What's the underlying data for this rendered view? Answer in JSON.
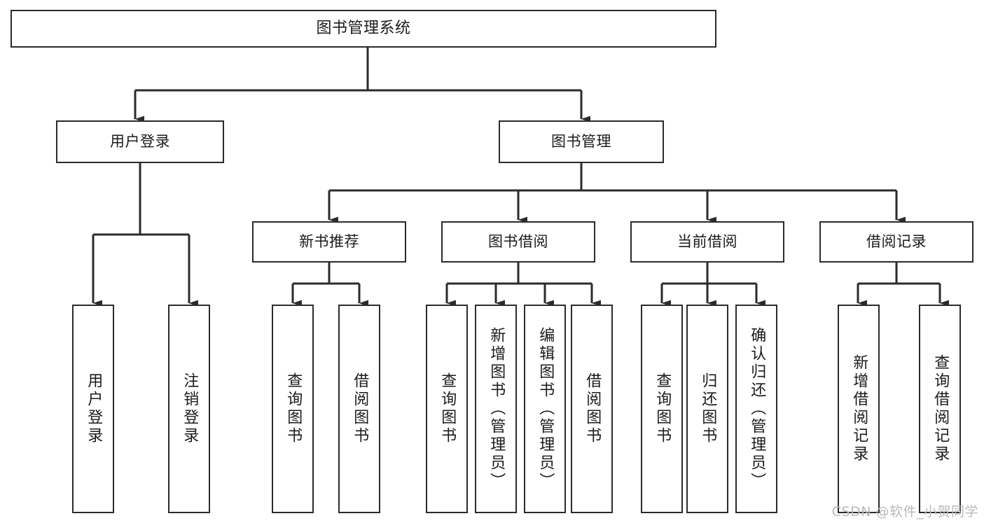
{
  "diagram": {
    "type": "tree",
    "title": "图书管理系统",
    "orientation": "top-down",
    "stroke_color": "#2b2b2b",
    "background_color": "#ffffff",
    "text_color": "#1b1b1b"
  },
  "nodes": {
    "root": {
      "label": "图书管理系统",
      "level": 1
    },
    "user_login": {
      "label": "用户登录",
      "level": 2
    },
    "book_manage": {
      "label": "图书管理",
      "level": 2
    },
    "new_book_rec": {
      "label": "新书推荐",
      "level": 3
    },
    "book_borrow": {
      "label": "图书借阅",
      "level": 3
    },
    "current_borrow": {
      "label": "当前借阅",
      "level": 3
    },
    "borrow_record": {
      "label": "借阅记录",
      "level": 3
    },
    "leaf_user_login": {
      "label": "用户登录",
      "level": 3
    },
    "leaf_user_logout": {
      "label": "注销登录",
      "level": 3
    },
    "leaf_query_book_1": {
      "label": "查询图书",
      "level": 4
    },
    "leaf_borrow_book_1": {
      "label": "借阅图书",
      "level": 4
    },
    "leaf_query_book_2": {
      "label": "查询图书",
      "level": 4
    },
    "leaf_add_book": {
      "label": "新增图书（管理员）",
      "level": 4
    },
    "leaf_edit_book": {
      "label": "编辑图书（管理员）",
      "level": 4
    },
    "leaf_borrow_book_2": {
      "label": "借阅图书",
      "level": 4
    },
    "leaf_query_book_3": {
      "label": "查询图书",
      "level": 4
    },
    "leaf_return_book": {
      "label": "归还图书",
      "level": 4
    },
    "leaf_confirm_return": {
      "label": "确认归还（管理员）",
      "level": 4
    },
    "leaf_add_record": {
      "label": "新增借阅记录",
      "level": 4
    },
    "leaf_query_record": {
      "label": "查询借阅记录",
      "level": 4
    }
  },
  "edges": [
    {
      "from": "root",
      "to": "user_login"
    },
    {
      "from": "root",
      "to": "book_manage"
    },
    {
      "from": "user_login",
      "to": "leaf_user_login"
    },
    {
      "from": "user_login",
      "to": "leaf_user_logout"
    },
    {
      "from": "book_manage",
      "to": "new_book_rec"
    },
    {
      "from": "book_manage",
      "to": "book_borrow"
    },
    {
      "from": "book_manage",
      "to": "current_borrow"
    },
    {
      "from": "book_manage",
      "to": "borrow_record"
    },
    {
      "from": "new_book_rec",
      "to": "leaf_query_book_1"
    },
    {
      "from": "new_book_rec",
      "to": "leaf_borrow_book_1"
    },
    {
      "from": "book_borrow",
      "to": "leaf_query_book_2"
    },
    {
      "from": "book_borrow",
      "to": "leaf_add_book"
    },
    {
      "from": "book_borrow",
      "to": "leaf_edit_book"
    },
    {
      "from": "book_borrow",
      "to": "leaf_borrow_book_2"
    },
    {
      "from": "current_borrow",
      "to": "leaf_query_book_3"
    },
    {
      "from": "current_borrow",
      "to": "leaf_return_book"
    },
    {
      "from": "current_borrow",
      "to": "leaf_confirm_return"
    },
    {
      "from": "borrow_record",
      "to": "leaf_add_record"
    },
    {
      "from": "borrow_record",
      "to": "leaf_query_record"
    }
  ],
  "watermark": {
    "text": "CSDN @软件_小贺同学"
  }
}
